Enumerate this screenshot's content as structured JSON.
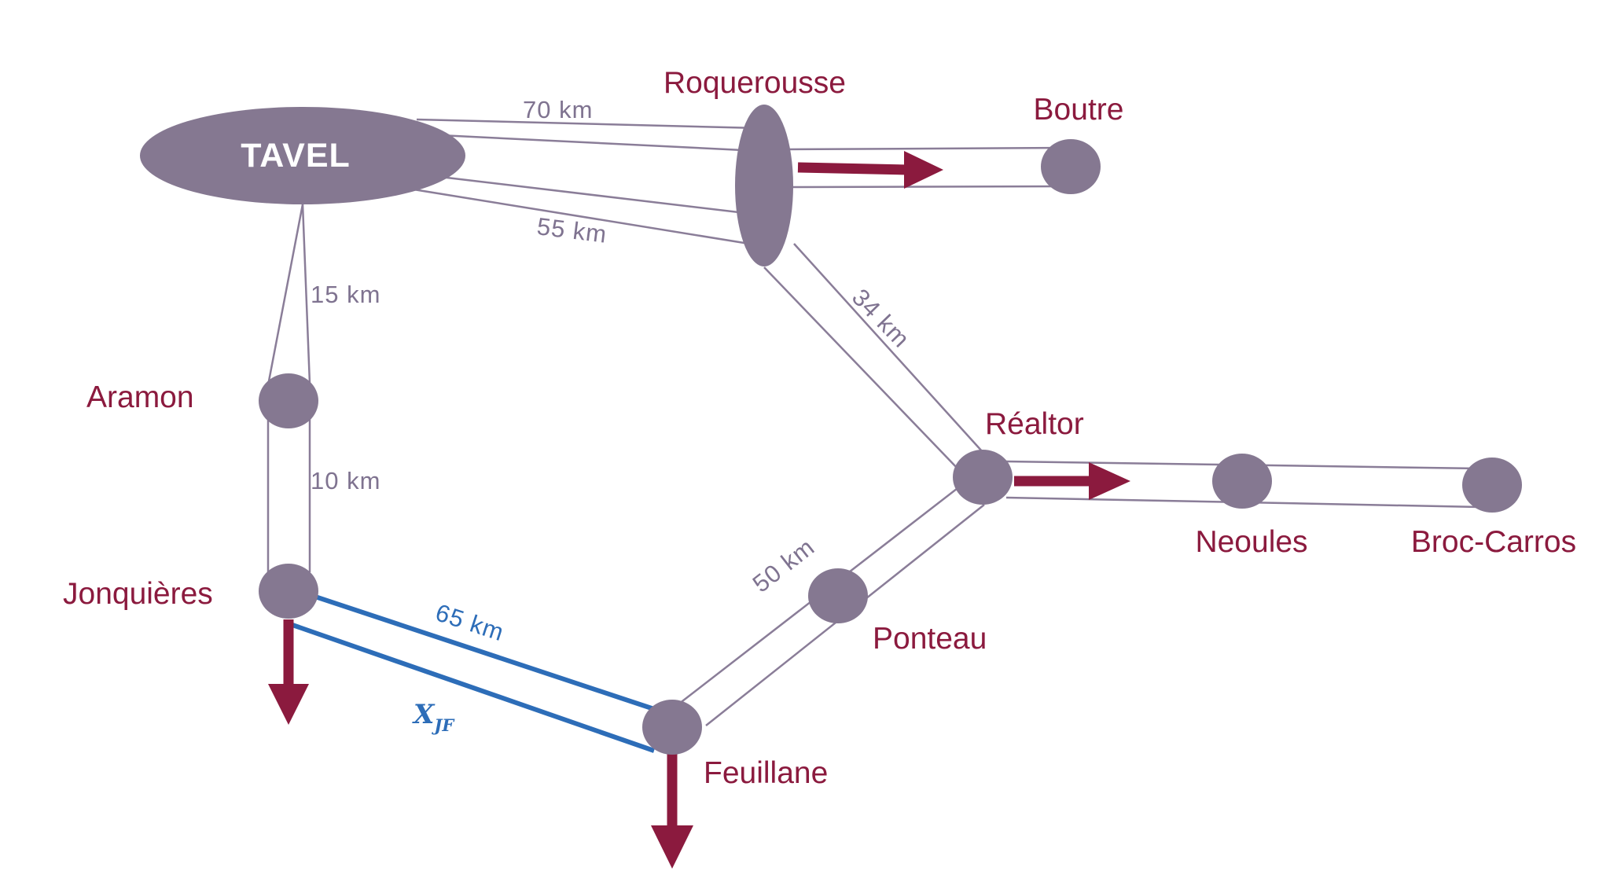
{
  "diagram": {
    "nodes": {
      "tavel": "TAVEL",
      "roquerousse": "Roquerousse",
      "boutre": "Boutre",
      "aramon": "Aramon",
      "jonquieres": "Jonquières",
      "realtor": "Réaltor",
      "neoules": "Neoules",
      "broc_carros": "Broc-Carros",
      "ponteau": "Ponteau",
      "feuillane": "Feuillane"
    },
    "distances": {
      "tavel_roquerousse_top": "70 km",
      "tavel_roquerousse_bottom": "55 km",
      "tavel_aramon": "15 km",
      "aramon_jonquieres": "10 km",
      "roquerousse_realtor": "34 km",
      "realtor_feuillane": "50 km",
      "jonquieres_feuillane": "65 km"
    },
    "variable": {
      "base": "X",
      "subscript": "JF"
    }
  },
  "colors": {
    "node_fill": "#857891",
    "pipe_stroke": "#8a7d98",
    "label_text": "#8b1a3e",
    "distance_text": "#7f7390",
    "highlight_blue": "#2d6db8",
    "arrow": "#8b1a3e"
  }
}
